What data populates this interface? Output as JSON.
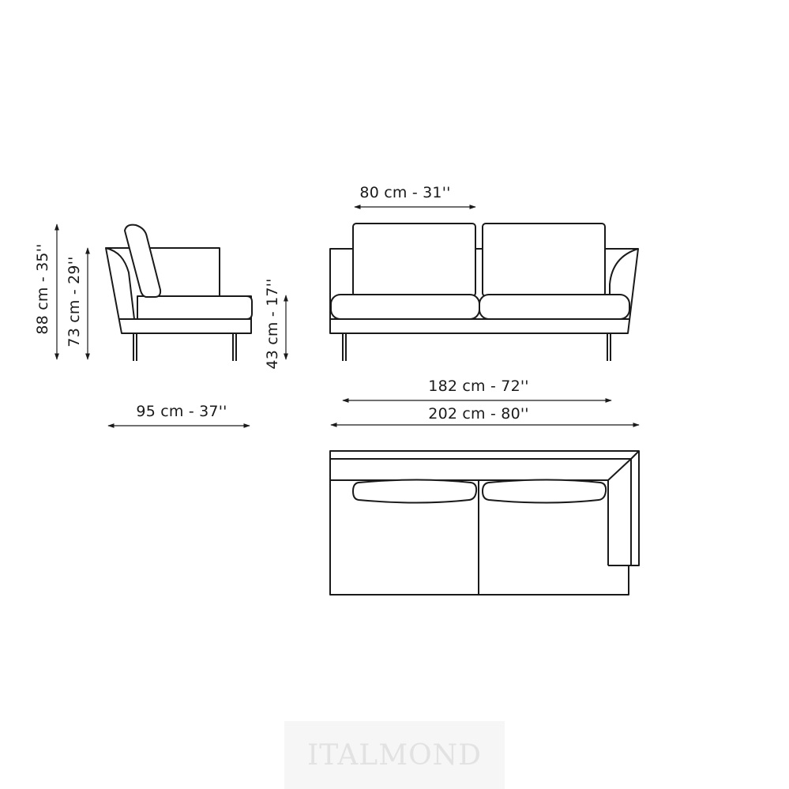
{
  "dimensions": {
    "total_height": "88 cm - 35''",
    "back_height": "73 cm - 29''",
    "seat_height": "43 cm - 17''",
    "depth": "95 cm - 37''",
    "seat_cushion_width": "80 cm - 31''",
    "inner_width": "182 cm - 72''",
    "total_width": "202 cm - 80''"
  },
  "watermark": "ITALMOND"
}
